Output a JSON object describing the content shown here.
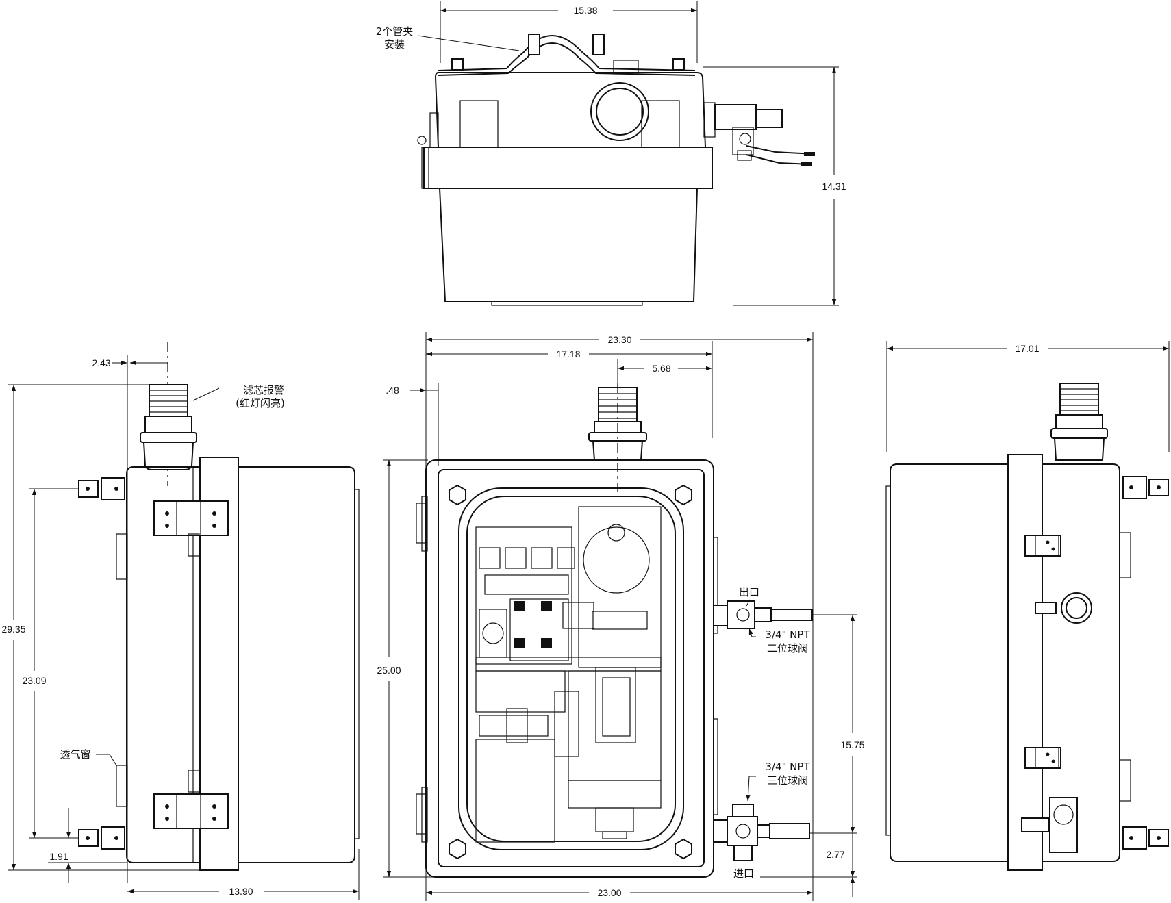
{
  "top_view": {
    "dim_width": "15.38",
    "dim_height": "14.31",
    "callout_clamp": [
      "2个管夹",
      "安装"
    ]
  },
  "left_view": {
    "dim_top_offset": "2.43",
    "dim_total_height": "29.35",
    "dim_body_height": "23.09",
    "dim_bottom_offset": "1.91",
    "dim_width": "13.90",
    "callout_alarm": [
      "滤芯报警",
      "(红灯闪亮)"
    ],
    "callout_vent": "透气窗"
  },
  "front_view": {
    "dim_overall": "23.30",
    "dim_to_outlet": "17.18",
    "dim_beacon": "5.68",
    "dim_flange": ".48",
    "dim_height": "25.00",
    "dim_outlet_height": "15.75",
    "dim_inlet_height": "2.77",
    "dim_bottom_width": "23.00",
    "label_outlet": "出口",
    "outlet_valve": [
      "3/4\" NPT",
      "二位球阀"
    ],
    "inlet_valve": [
      "3/4\" NPT",
      "三位球阀"
    ],
    "label_inlet": "进口"
  },
  "right_view": {
    "dim_width": "17.01"
  }
}
